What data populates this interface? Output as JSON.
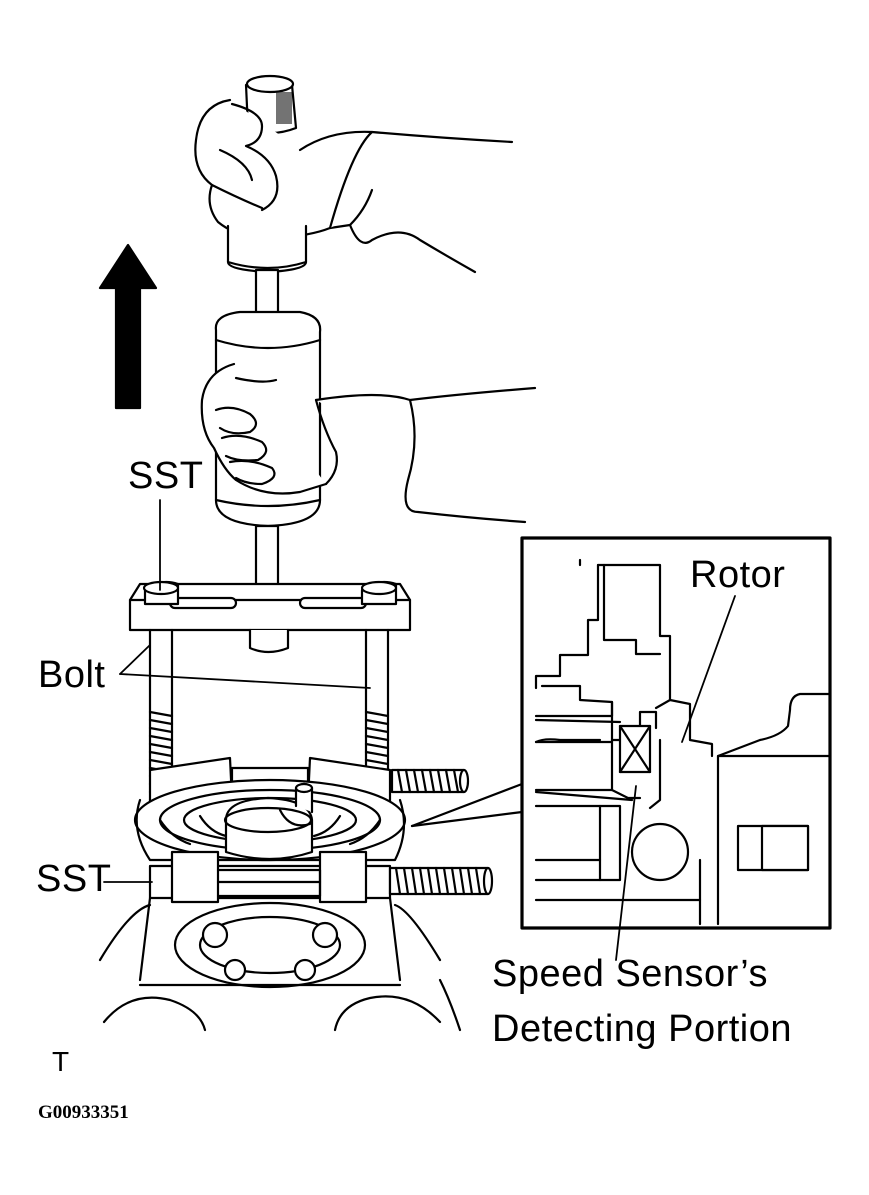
{
  "labels": {
    "sst_top": "SST",
    "bolt": "Bolt",
    "sst_bottom": "SST",
    "rotor": "Rotor",
    "speed_sensor_line1": "Speed Sensor’s",
    "speed_sensor_line2": "Detecting Portion",
    "corner_mark": "T",
    "figure_code": "G00933351"
  },
  "colors": {
    "ink": "#000000",
    "paper": "#ffffff"
  }
}
